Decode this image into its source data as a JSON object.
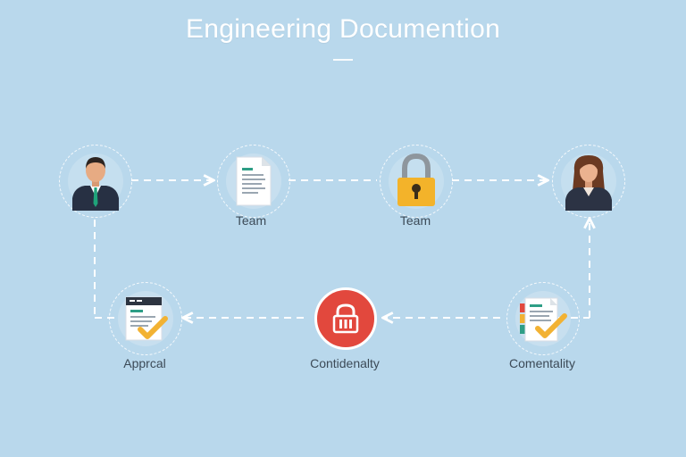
{
  "title": "Engineering Documention",
  "nodes": {
    "engineer": {
      "label": "",
      "icon": "man-avatar-icon"
    },
    "team_doc": {
      "label": "Team",
      "icon": "document-icon"
    },
    "team_lock": {
      "label": "Team",
      "icon": "padlock-icon"
    },
    "reviewer": {
      "label": "",
      "icon": "woman-avatar-icon"
    },
    "approval": {
      "label": "Apprcal",
      "icon": "approval-checklist-icon"
    },
    "confidentiality": {
      "label": "Contidenalty",
      "icon": "red-lock-icon"
    },
    "commentality": {
      "label": "Comentality",
      "icon": "checklist-icon"
    }
  },
  "colors": {
    "background": "#b9d8ec",
    "connector": "#ffffff",
    "lock_gold": "#f3b32a",
    "lock_red": "#e2483d",
    "check": "#f2b233"
  }
}
